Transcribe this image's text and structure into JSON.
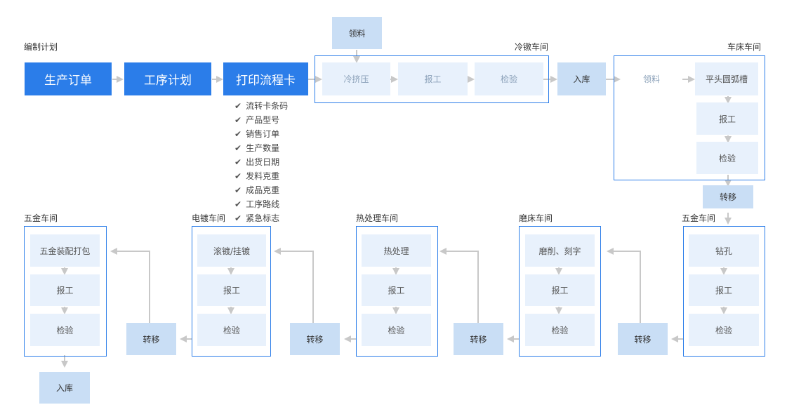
{
  "plan_label": "编制计划",
  "plan_steps": [
    "生产订单",
    "工序计划",
    "打印流程卡"
  ],
  "card_fields": [
    "流转卡条码",
    "产品型号",
    "销售订单",
    "生产数量",
    "出货日期",
    "发料克重",
    "成品克重",
    "工序路线",
    "紧急标志"
  ],
  "cold_heading": {
    "title": "冷镦车间",
    "lingliao": "领料",
    "steps": [
      "冷挤压",
      "报工",
      "检验"
    ]
  },
  "warehouse_in": "入库",
  "lathe": {
    "title": "车床车间",
    "steps": [
      "领料",
      "平头圆弧槽",
      "报工",
      "检验"
    ]
  },
  "transfer": "转移",
  "hardware_drill": {
    "title": "五金车间",
    "steps": [
      "钻孔",
      "报工",
      "检验"
    ]
  },
  "grinding": {
    "title": "磨床车间",
    "steps": [
      "磨削、刻字",
      "报工",
      "检验"
    ]
  },
  "heat_treatment": {
    "title": "热处理车间",
    "steps": [
      "热处理",
      "报工",
      "检验"
    ]
  },
  "plating": {
    "title": "电镀车间",
    "steps": [
      "滚镀/挂镀",
      "报工",
      "检验"
    ]
  },
  "hardware_pack": {
    "title": "五金车间",
    "steps": [
      "五金装配打包",
      "报工",
      "检验"
    ]
  },
  "final_in": "入库",
  "colors": {
    "primary": "#2b7de9",
    "step_fill": "#e8f1fc",
    "transfer_fill": "#c9def5",
    "connector": "#c8c8c8"
  }
}
